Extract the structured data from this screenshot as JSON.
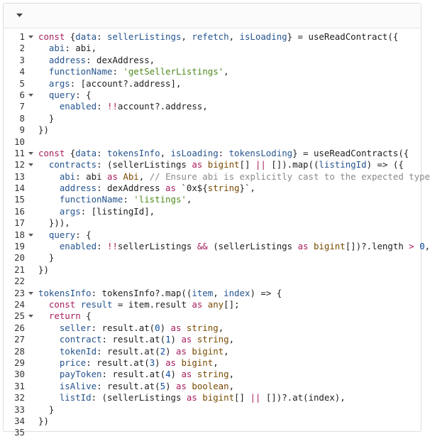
{
  "editor": {
    "colors": {
      "keyword": "#a71d5d",
      "variable": "#24548f",
      "function": "#7a4a00",
      "string": "#4e8a1d",
      "comment": "#8a8a8a",
      "number": "#0b4a9e"
    },
    "lines": [
      {
        "n": "1",
        "fold": true,
        "segs": [
          [
            "k",
            "const"
          ],
          [
            "p",
            " {"
          ],
          [
            "v",
            "data"
          ],
          [
            "p",
            ": "
          ],
          [
            "v",
            "sellerListings"
          ],
          [
            "p",
            ", "
          ],
          [
            "v",
            "refetch"
          ],
          [
            "p",
            ", "
          ],
          [
            "v",
            "isLoading"
          ],
          [
            "p",
            "} = useReadContract({"
          ]
        ]
      },
      {
        "n": "2",
        "fold": false,
        "segs": [
          [
            "p",
            "  "
          ],
          [
            "v",
            "abi"
          ],
          [
            "p",
            ": abi,"
          ]
        ]
      },
      {
        "n": "3",
        "fold": false,
        "segs": [
          [
            "p",
            "  "
          ],
          [
            "v",
            "address"
          ],
          [
            "p",
            ": dexAddress,"
          ]
        ]
      },
      {
        "n": "4",
        "fold": false,
        "segs": [
          [
            "p",
            "  "
          ],
          [
            "v",
            "functionName"
          ],
          [
            "p",
            ": "
          ],
          [
            "s",
            "'getSellerListings'"
          ],
          [
            "p",
            ","
          ]
        ]
      },
      {
        "n": "5",
        "fold": false,
        "segs": [
          [
            "p",
            "  "
          ],
          [
            "v",
            "args"
          ],
          [
            "p",
            ": [account?.address],"
          ]
        ]
      },
      {
        "n": "6",
        "fold": true,
        "segs": [
          [
            "p",
            "  "
          ],
          [
            "v",
            "query"
          ],
          [
            "p",
            ": {"
          ]
        ]
      },
      {
        "n": "7",
        "fold": false,
        "segs": [
          [
            "p",
            "    "
          ],
          [
            "v",
            "enabled"
          ],
          [
            "p",
            ": "
          ],
          [
            "o",
            "!!"
          ],
          [
            "p",
            "account?.address,"
          ]
        ]
      },
      {
        "n": "8",
        "fold": false,
        "segs": [
          [
            "p",
            "  }"
          ]
        ]
      },
      {
        "n": "9",
        "fold": false,
        "segs": [
          [
            "p",
            "})"
          ]
        ]
      },
      {
        "n": "10",
        "fold": false,
        "segs": []
      },
      {
        "n": "11",
        "fold": true,
        "segs": [
          [
            "k",
            "const"
          ],
          [
            "p",
            " {"
          ],
          [
            "v",
            "data"
          ],
          [
            "p",
            ": "
          ],
          [
            "v",
            "tokensInfo"
          ],
          [
            "p",
            ", "
          ],
          [
            "v",
            "isLoading"
          ],
          [
            "p",
            ": "
          ],
          [
            "v",
            "tokensLoding"
          ],
          [
            "p",
            "} = useReadContracts({"
          ]
        ]
      },
      {
        "n": "12",
        "fold": true,
        "segs": [
          [
            "p",
            "  "
          ],
          [
            "v",
            "contracts"
          ],
          [
            "p",
            ": (sellerListings "
          ],
          [
            "k",
            "as"
          ],
          [
            "p",
            " "
          ],
          [
            "f",
            "bigint"
          ],
          [
            "p",
            "[] "
          ],
          [
            "o",
            "||"
          ],
          [
            "p",
            " []).map(("
          ],
          [
            "v",
            "listingId"
          ],
          [
            "p",
            ") => ({"
          ]
        ]
      },
      {
        "n": "13",
        "fold": false,
        "segs": [
          [
            "p",
            "    "
          ],
          [
            "v",
            "abi"
          ],
          [
            "p",
            ": abi "
          ],
          [
            "k",
            "as"
          ],
          [
            "p",
            " "
          ],
          [
            "f",
            "Abi"
          ],
          [
            "p",
            ", "
          ],
          [
            "c",
            "// Ensure abi is explicitly cast to the expected type"
          ]
        ]
      },
      {
        "n": "14",
        "fold": false,
        "segs": [
          [
            "p",
            "    "
          ],
          [
            "v",
            "address"
          ],
          [
            "p",
            ": dexAddress "
          ],
          [
            "k",
            "as"
          ],
          [
            "p",
            " `0x${"
          ],
          [
            "f",
            "string"
          ],
          [
            "p",
            "}`,"
          ]
        ]
      },
      {
        "n": "15",
        "fold": false,
        "segs": [
          [
            "p",
            "    "
          ],
          [
            "v",
            "functionName"
          ],
          [
            "p",
            ": "
          ],
          [
            "s",
            "'listings'"
          ],
          [
            "p",
            ","
          ]
        ]
      },
      {
        "n": "16",
        "fold": false,
        "segs": [
          [
            "p",
            "    "
          ],
          [
            "v",
            "args"
          ],
          [
            "p",
            ": [listingId],"
          ]
        ]
      },
      {
        "n": "17",
        "fold": false,
        "segs": [
          [
            "p",
            "  })),"
          ]
        ]
      },
      {
        "n": "18",
        "fold": true,
        "segs": [
          [
            "p",
            "  "
          ],
          [
            "v",
            "query"
          ],
          [
            "p",
            ": {"
          ]
        ]
      },
      {
        "n": "19",
        "fold": false,
        "segs": [
          [
            "p",
            "    "
          ],
          [
            "v",
            "enabled"
          ],
          [
            "p",
            ": "
          ],
          [
            "o",
            "!!"
          ],
          [
            "p",
            "sellerListings "
          ],
          [
            "o",
            "&&"
          ],
          [
            "p",
            " (sellerListings "
          ],
          [
            "k",
            "as"
          ],
          [
            "p",
            " "
          ],
          [
            "f",
            "bigint"
          ],
          [
            "p",
            "[])?.length "
          ],
          [
            "o",
            ">"
          ],
          [
            "p",
            " "
          ],
          [
            "n",
            "0"
          ],
          [
            "p",
            ","
          ]
        ]
      },
      {
        "n": "20",
        "fold": false,
        "segs": [
          [
            "p",
            "  }"
          ]
        ]
      },
      {
        "n": "21",
        "fold": false,
        "segs": [
          [
            "p",
            "})"
          ]
        ]
      },
      {
        "n": "22",
        "fold": false,
        "segs": []
      },
      {
        "n": "23",
        "fold": true,
        "segs": [
          [
            "v",
            "tokensInfo"
          ],
          [
            "p",
            ": tokensInfo?.map(("
          ],
          [
            "v",
            "item"
          ],
          [
            "p",
            ", "
          ],
          [
            "v",
            "index"
          ],
          [
            "p",
            ") => {"
          ]
        ]
      },
      {
        "n": "24",
        "fold": false,
        "segs": [
          [
            "p",
            "  "
          ],
          [
            "k",
            "const"
          ],
          [
            "p",
            " "
          ],
          [
            "v",
            "result"
          ],
          [
            "p",
            " = item.result "
          ],
          [
            "k",
            "as"
          ],
          [
            "p",
            " "
          ],
          [
            "f",
            "any"
          ],
          [
            "p",
            "[];"
          ]
        ]
      },
      {
        "n": "25",
        "fold": true,
        "segs": [
          [
            "p",
            "  "
          ],
          [
            "k",
            "return"
          ],
          [
            "p",
            " {"
          ]
        ]
      },
      {
        "n": "26",
        "fold": false,
        "segs": [
          [
            "p",
            "    "
          ],
          [
            "v",
            "seller"
          ],
          [
            "p",
            ": result.at("
          ],
          [
            "n",
            "0"
          ],
          [
            "p",
            ") "
          ],
          [
            "k",
            "as"
          ],
          [
            "p",
            " "
          ],
          [
            "f",
            "string"
          ],
          [
            "p",
            ","
          ]
        ]
      },
      {
        "n": "27",
        "fold": false,
        "segs": [
          [
            "p",
            "    "
          ],
          [
            "v",
            "contract"
          ],
          [
            "p",
            ": result.at("
          ],
          [
            "n",
            "1"
          ],
          [
            "p",
            ") "
          ],
          [
            "k",
            "as"
          ],
          [
            "p",
            " "
          ],
          [
            "f",
            "string"
          ],
          [
            "p",
            ","
          ]
        ]
      },
      {
        "n": "28",
        "fold": false,
        "segs": [
          [
            "p",
            "    "
          ],
          [
            "v",
            "tokenId"
          ],
          [
            "p",
            ": result.at("
          ],
          [
            "n",
            "2"
          ],
          [
            "p",
            ") "
          ],
          [
            "k",
            "as"
          ],
          [
            "p",
            " "
          ],
          [
            "f",
            "bigint"
          ],
          [
            "p",
            ","
          ]
        ]
      },
      {
        "n": "29",
        "fold": false,
        "segs": [
          [
            "p",
            "    "
          ],
          [
            "v",
            "price"
          ],
          [
            "p",
            ": result.at("
          ],
          [
            "n",
            "3"
          ],
          [
            "p",
            ") "
          ],
          [
            "k",
            "as"
          ],
          [
            "p",
            " "
          ],
          [
            "f",
            "bigint"
          ],
          [
            "p",
            ","
          ]
        ]
      },
      {
        "n": "30",
        "fold": false,
        "segs": [
          [
            "p",
            "    "
          ],
          [
            "v",
            "payToken"
          ],
          [
            "p",
            ": result.at("
          ],
          [
            "n",
            "4"
          ],
          [
            "p",
            ") "
          ],
          [
            "k",
            "as"
          ],
          [
            "p",
            " "
          ],
          [
            "f",
            "string"
          ],
          [
            "p",
            ","
          ]
        ]
      },
      {
        "n": "31",
        "fold": false,
        "segs": [
          [
            "p",
            "    "
          ],
          [
            "v",
            "isAlive"
          ],
          [
            "p",
            ": result.at("
          ],
          [
            "n",
            "5"
          ],
          [
            "p",
            ") "
          ],
          [
            "k",
            "as"
          ],
          [
            "p",
            " "
          ],
          [
            "f",
            "boolean"
          ],
          [
            "p",
            ","
          ]
        ]
      },
      {
        "n": "32",
        "fold": false,
        "segs": [
          [
            "p",
            "    "
          ],
          [
            "v",
            "listId"
          ],
          [
            "p",
            ": (sellerListings "
          ],
          [
            "k",
            "as"
          ],
          [
            "p",
            " "
          ],
          [
            "f",
            "bigint"
          ],
          [
            "p",
            "[] "
          ],
          [
            "o",
            "||"
          ],
          [
            "p",
            " [])?.at(index),"
          ]
        ]
      },
      {
        "n": "33",
        "fold": false,
        "segs": [
          [
            "p",
            "  }"
          ]
        ]
      },
      {
        "n": "34",
        "fold": false,
        "segs": [
          [
            "p",
            "})"
          ]
        ]
      },
      {
        "n": "35",
        "fold": false,
        "segs": []
      }
    ]
  }
}
